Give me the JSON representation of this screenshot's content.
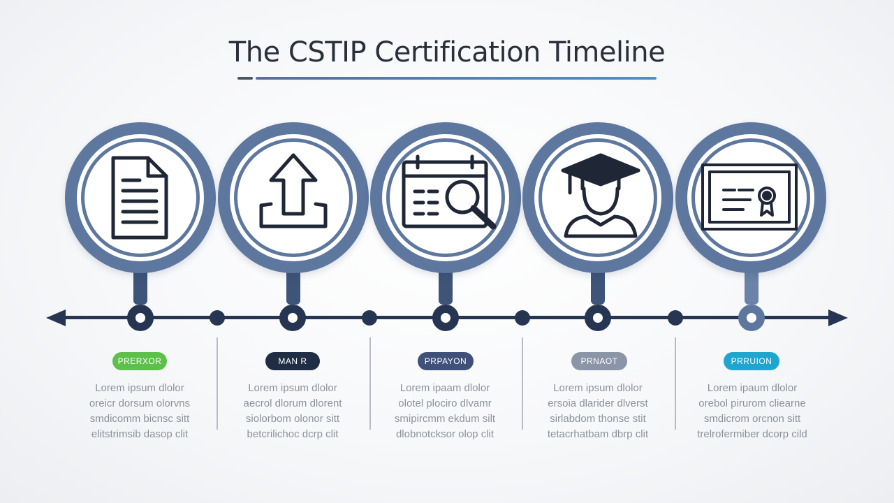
{
  "title": "The CSTIP Certification Timeline",
  "steps": [
    {
      "icon": "document-icon",
      "badge": "PRERXOR",
      "badge_color": "#5cc04a",
      "lines": [
        "Lorem ipsum dlolor",
        "oreicr dorsum olorvns",
        "smdicomm bicnsc sitt",
        "elitstrimsib dasop clit"
      ]
    },
    {
      "icon": "upload-icon",
      "badge": "MAN R",
      "badge_color": "#1f2d45",
      "lines": [
        "Lorem ipsum dlolor",
        "aecrol dlorum dlorent",
        "siolorbom olonor sitt",
        "betcrilichoc dcrp clit"
      ]
    },
    {
      "icon": "calendar-search-icon",
      "badge": "PRPAYON",
      "badge_color": "#3f5178",
      "lines": [
        "Lorem ipaam dlolor",
        "olotel plociro dlvamr",
        "smipircmm ekdum silt",
        "dlobnotcksor olop clit"
      ]
    },
    {
      "icon": "graduate-icon",
      "badge": "PRNAOT",
      "badge_color": "#8a95a8",
      "lines": [
        "Lorem ipsum dlolor",
        "ersoia dlarider dlverst",
        "sirlabdom thonse stit",
        "tetacrhatbam dbrp clit"
      ]
    },
    {
      "icon": "certificate-icon",
      "badge": "PRRUION",
      "badge_color": "#1fa6cf",
      "lines": [
        "Lorem ipaum dlolor",
        "orebol pirurom cliearne",
        "smdicrom orcnon sitt",
        "trelrofermiber dcorp cild"
      ]
    }
  ]
}
